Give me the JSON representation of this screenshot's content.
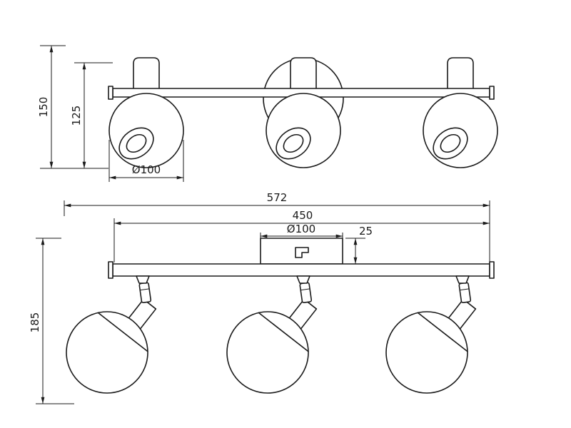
{
  "drawing": {
    "front_view": {
      "dim_overall_height": "150",
      "dim_body_height": "125",
      "dim_shade_diameter": "Ø100"
    },
    "side_view": {
      "dim_overall_width": "572",
      "dim_inner_width": "450",
      "dim_canopy_diameter": "Ø100",
      "dim_canopy_height": "25",
      "dim_overall_height": "185"
    },
    "colors": {
      "line": "#1a1a1a",
      "background": "#ffffff"
    }
  }
}
